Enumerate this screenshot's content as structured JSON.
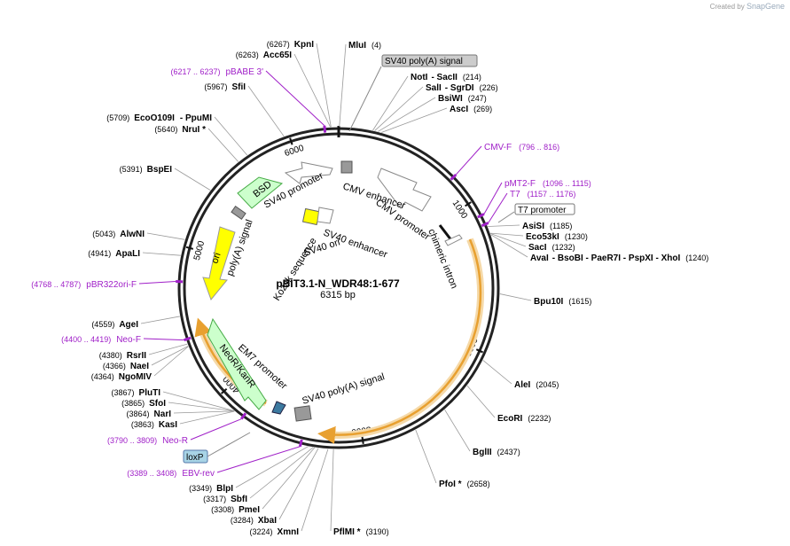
{
  "credit": {
    "prefix": "Created by",
    "brand": "SnapGene"
  },
  "plasmid": {
    "name": "pBIT3.1-N_WDR48:1-677",
    "size_label": "6315 bp",
    "length": 6315
  },
  "colors": {
    "primer": "#a020c8",
    "orf_fill": "#ccffcc",
    "ori_fill": "#ffff00",
    "polyA_fill": "#f2b760",
    "box_gray": "#999999"
  },
  "ticks": [
    {
      "pos": 1000,
      "label": "1000"
    },
    {
      "pos": 2000,
      "label": "2000"
    },
    {
      "pos": 3000,
      "label": "3000"
    },
    {
      "pos": 4000,
      "label": "4000"
    },
    {
      "pos": 5000,
      "label": "5000"
    },
    {
      "pos": 6000,
      "label": "6000"
    }
  ],
  "sites": [
    {
      "name": "MluI",
      "pos": "(4)",
      "bp": 4
    },
    {
      "name": "NotI",
      "extra": "- SacII",
      "pos": "(214)",
      "bp": 214
    },
    {
      "name": "SalI",
      "extra": "- SgrDI",
      "pos": "(226)",
      "bp": 226
    },
    {
      "name": "BsiWI",
      "pos": "(247)",
      "bp": 247
    },
    {
      "name": "AscI",
      "pos": "(269)",
      "bp": 269
    },
    {
      "name": "AsiSI",
      "pos": "(1185)",
      "bp": 1185
    },
    {
      "name": "Eco53kI",
      "pos": "(1230)",
      "bp": 1230
    },
    {
      "name": "SacI",
      "pos": "(1232)",
      "bp": 1232
    },
    {
      "name": "AvaI",
      "extra": "- BsoBI   - PaeR7I   - PspXI   - XhoI",
      "pos": "(1240)",
      "bp": 1240
    },
    {
      "name": "Bpu10I",
      "pos": "(1615)",
      "bp": 1615
    },
    {
      "name": "AleI",
      "pos": "(2045)",
      "bp": 2045
    },
    {
      "name": "EcoRI",
      "pos": "(2232)",
      "bp": 2232
    },
    {
      "name": "BglII",
      "pos": "(2437)",
      "bp": 2437
    },
    {
      "name": "PfoI *",
      "pos": "(2658)",
      "bp": 2658
    },
    {
      "name": "PflMI *",
      "pos": "(3190)",
      "bp": 3190
    },
    {
      "name": "XmnI",
      "pos": "(3224)",
      "bp": 3224
    },
    {
      "name": "XbaI",
      "pos": "(3284)",
      "bp": 3284
    },
    {
      "name": "PmeI",
      "pos": "(3308)",
      "bp": 3308
    },
    {
      "name": "SbfI",
      "pos": "(3317)",
      "bp": 3317
    },
    {
      "name": "BlpI",
      "pos": "(3349)",
      "bp": 3349
    },
    {
      "name": "KasI",
      "pos": "(3863)",
      "bp": 3863
    },
    {
      "name": "NarI",
      "pos": "(3864)",
      "bp": 3864
    },
    {
      "name": "SfoI",
      "pos": "(3865)",
      "bp": 3865
    },
    {
      "name": "PluTI",
      "pos": "(3867)",
      "bp": 3867
    },
    {
      "name": "NgoMIV",
      "pos": "(4364)",
      "bp": 4364
    },
    {
      "name": "NaeI",
      "pos": "(4366)",
      "bp": 4366
    },
    {
      "name": "RsrII",
      "pos": "(4380)",
      "bp": 4380
    },
    {
      "name": "AgeI",
      "pos": "(4559)",
      "bp": 4559
    },
    {
      "name": "ApaLI",
      "pos": "(4941)",
      "bp": 4941
    },
    {
      "name": "AlwNI",
      "pos": "(5043)",
      "bp": 5043
    },
    {
      "name": "BspEI",
      "pos": "(5391)",
      "bp": 5391
    },
    {
      "name": "NruI *",
      "pos": "(5640)",
      "bp": 5640
    },
    {
      "name": "EcoO109I",
      "extra": "- PpuMI",
      "pos": "(5709)",
      "bp": 5709
    },
    {
      "name": "SfiI",
      "pos": "(5967)",
      "bp": 5967
    },
    {
      "name": "Acc65I",
      "pos": "(6263)",
      "bp": 6263
    },
    {
      "name": "KpnI",
      "pos": "(6267)",
      "bp": 6267
    }
  ],
  "primers": [
    {
      "name": "CMV-F",
      "range": "(796 .. 816)",
      "bp": 806
    },
    {
      "name": "pMT2-F",
      "range": "(1096 .. 1115)",
      "bp": 1105
    },
    {
      "name": "T7",
      "range": "(1157 .. 1176)",
      "bp": 1166
    },
    {
      "name": "pBABE 3'",
      "range": "(6217 .. 6237)",
      "bp": 6227
    },
    {
      "name": "pBR322ori-F",
      "range": "(4768 .. 4787)",
      "bp": 4777
    },
    {
      "name": "Neo-F",
      "range": "(4400 .. 4419)",
      "bp": 4410
    },
    {
      "name": "Neo-R",
      "range": "(3790 .. 3809)",
      "bp": 3800
    },
    {
      "name": "EBV-rev",
      "range": "(3389 .. 3408)",
      "bp": 3398
    }
  ],
  "boxed_features": [
    {
      "name": "SV40 poly(A) signal",
      "style": "gray"
    },
    {
      "name": "T7 promoter",
      "style": "white"
    },
    {
      "name": "loxP",
      "style": "blue"
    }
  ],
  "features": {
    "cmv_enhancer": "CMV enhancer",
    "cmv_promoter": "CMV promoter",
    "chimeric_intron": "chimeric intron",
    "sv40_polyA_inner": "SV40 poly(A) signal",
    "em7_promoter": "EM7 promoter",
    "neor": "NeoR/KanR",
    "sv40_promoter": "SV40 promoter",
    "bsd": "BSD",
    "ori": "ori",
    "polyA_signal": "poly(A) signal",
    "sv40_enhancer": "SV40 enhancer",
    "sv40_ori": "SV40 ori",
    "kozak": "Kozak sequence"
  }
}
